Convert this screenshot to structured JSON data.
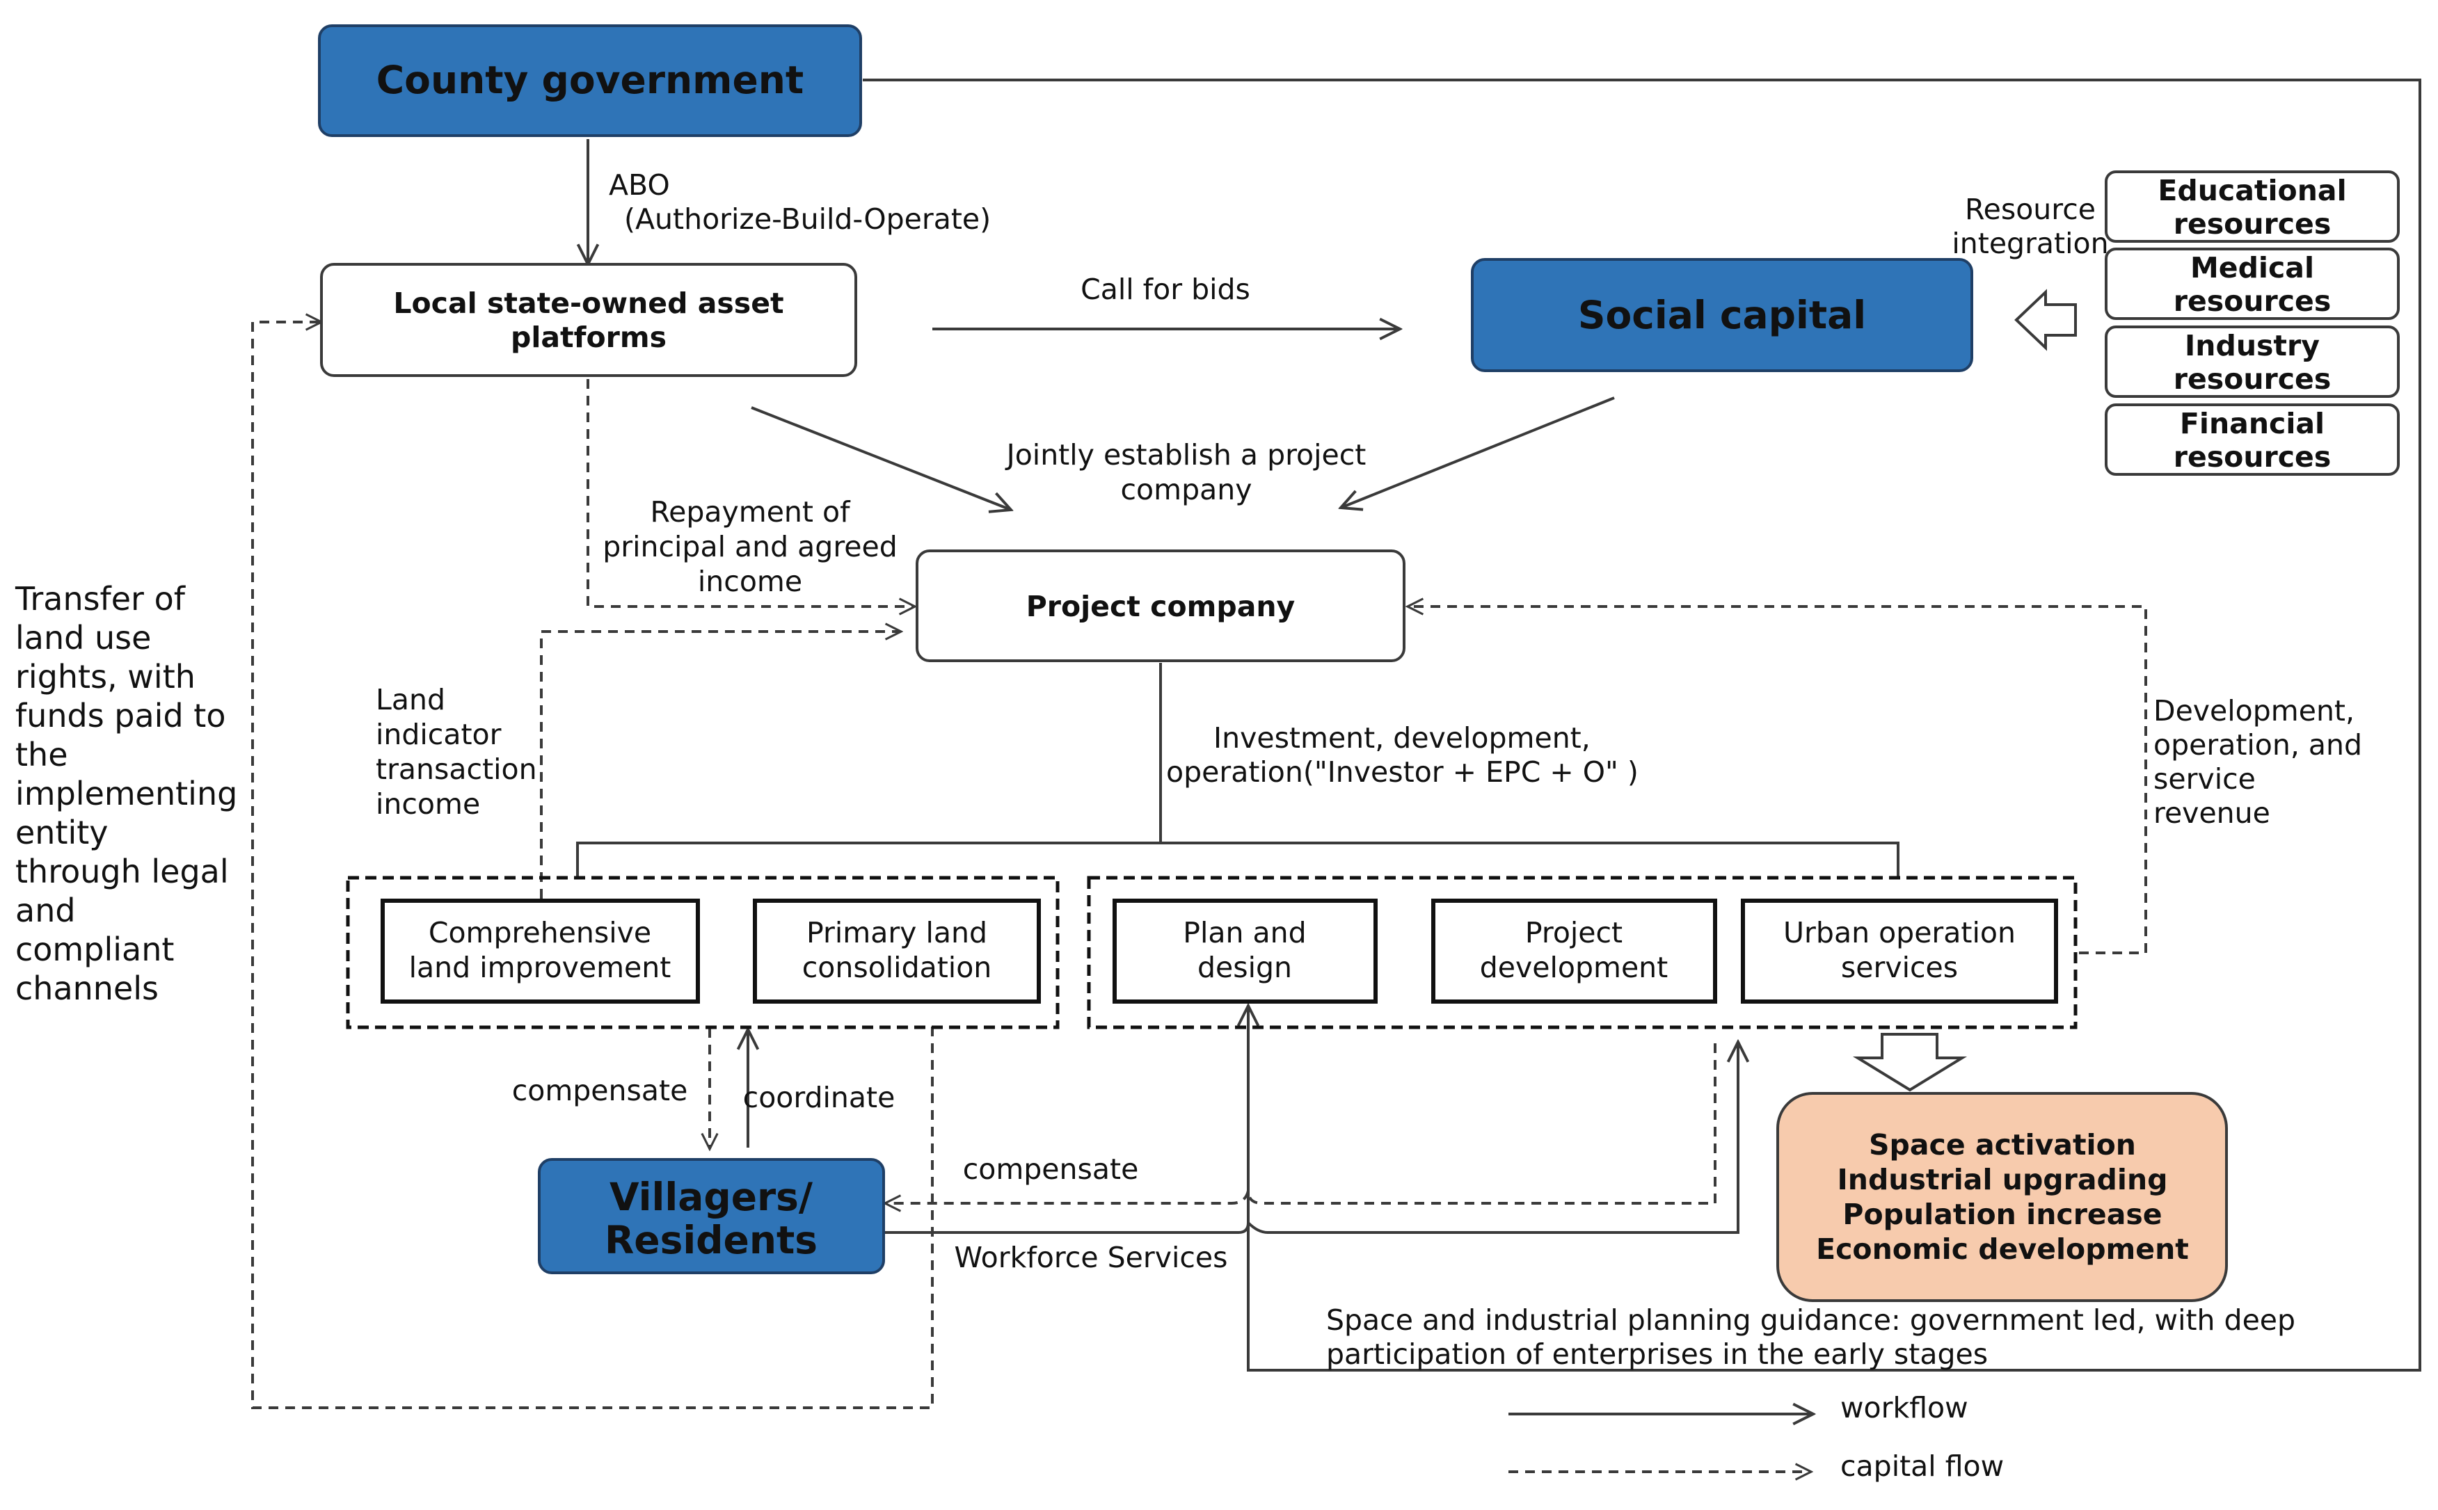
{
  "colors": {
    "blue_fill": "#2f74b7",
    "blue_stroke": "#1f3f66",
    "peach_fill": "#f7cbad",
    "peach_stroke": "#3a3a3a",
    "line": "#3a3a3a"
  },
  "nodes": {
    "county_government": "County government",
    "local_platforms": [
      "Local state-owned asset",
      "platforms"
    ],
    "social_capital": "Social capital",
    "project_company": "Project company",
    "villagers": [
      "Villagers/",
      "Residents"
    ],
    "resources": [
      [
        "Educational",
        "resources"
      ],
      [
        "Medical",
        "resources"
      ],
      [
        "Industry",
        "resources"
      ],
      [
        "Financial",
        "resources"
      ]
    ],
    "tasks_left": [
      [
        "Comprehensive",
        "land improvement"
      ],
      [
        "Primary land",
        "consolidation"
      ]
    ],
    "tasks_right": [
      [
        "Plan and",
        "design"
      ],
      [
        "Project",
        "development"
      ],
      [
        "Urban operation",
        "services"
      ]
    ],
    "outcomes": [
      "Space activation",
      "Industrial upgrading",
      "Population increase",
      "Economic development"
    ]
  },
  "labels": {
    "abo": [
      "ABO",
      "(Authorize-Build-Operate)"
    ],
    "call_for_bids": "Call for bids",
    "resource_integration": [
      "Resource",
      "integration"
    ],
    "jointly_establish": [
      "Jointly establish a project",
      "company"
    ],
    "repayment": [
      "Repayment of",
      "principal and agreed",
      "income"
    ],
    "land_indicator": [
      "Land",
      "indicator",
      "transaction",
      "income"
    ],
    "investment": [
      "Investment, development,",
      "operation(\"Investor + EPC + O\" )"
    ],
    "dev_revenue": [
      "Development,",
      "operation, and",
      "service",
      "revenue"
    ],
    "transfer": [
      "Transfer of",
      "land use",
      "rights, with",
      "funds paid to",
      "the",
      "implementing",
      "entity",
      "through legal",
      "and",
      "compliant",
      "channels"
    ],
    "compensate_left": "compensate",
    "coordinate": "coordinate",
    "compensate_mid": "compensate",
    "workforce": "Workforce Services",
    "planning_guidance": [
      "Space and industrial planning guidance: government led, with deep",
      "participation of enterprises in the early stages"
    ]
  },
  "legend": {
    "workflow": "workflow",
    "capital_flow": "capital flow"
  }
}
